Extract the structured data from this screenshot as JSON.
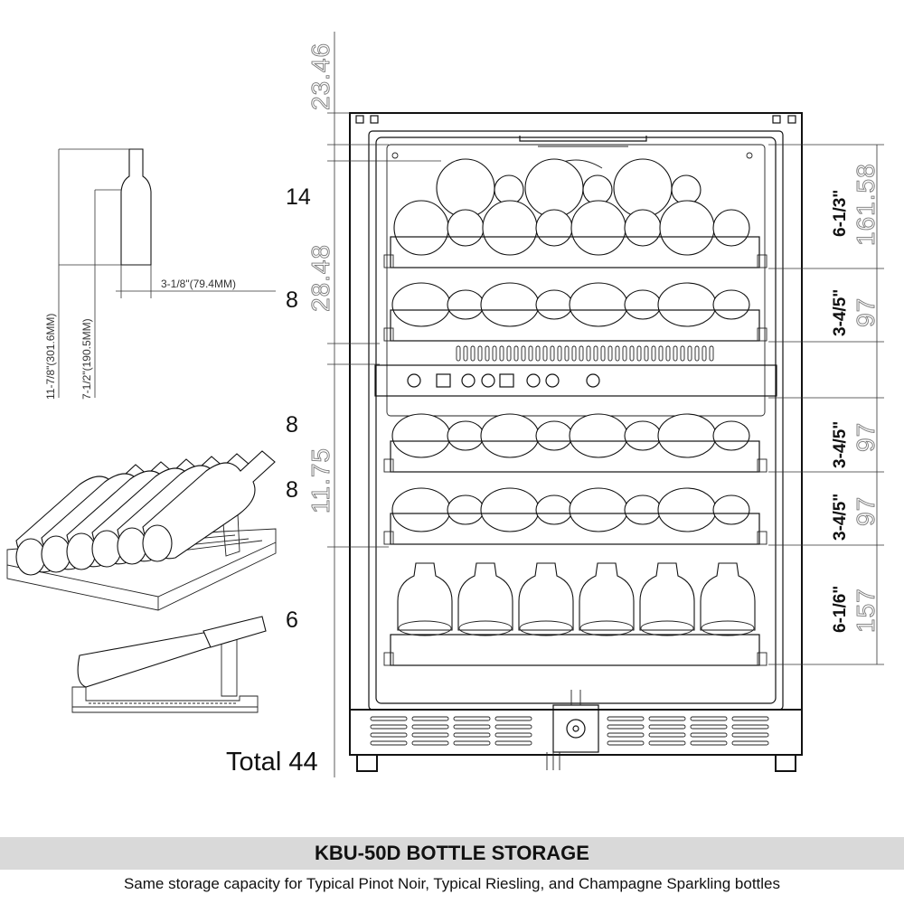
{
  "banner": {
    "title": "KBU-50D BOTTLE STORAGE",
    "subtitle": "Same storage capacity for Typical Pinot Noir, Typical Riesling, and Champagne Sparkling bottles"
  },
  "shelf_counts": [
    "14",
    "8",
    "8",
    "8",
    "6"
  ],
  "total": "Total 44",
  "left_dimensions": [
    "23.46",
    "28.48",
    "11.75"
  ],
  "right_dimensions": [
    {
      "inch": "6-1/3\"",
      "mm": "161.58"
    },
    {
      "inch": "3-4/5\"",
      "mm": "97"
    },
    {
      "inch": "3-4/5\"",
      "mm": "97"
    },
    {
      "inch": "3-4/5\"",
      "mm": "97"
    },
    {
      "inch": "6-1/6\"",
      "mm": "157"
    }
  ],
  "bottle_dimensions": {
    "height": "11-7/8\"(301.6MM)",
    "body": "7-1/2\"(190.5MM)",
    "diameter": "3-1/8\"(79.4MM)"
  }
}
